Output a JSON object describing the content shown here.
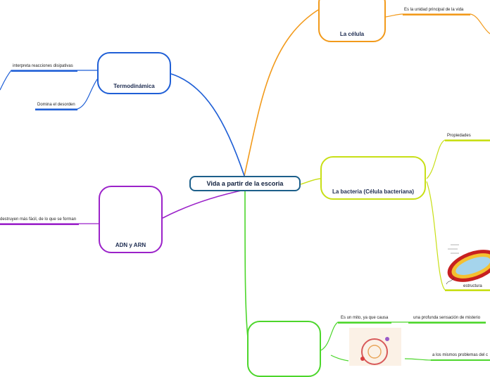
{
  "central": {
    "title": "Vida a partir de la escoria"
  },
  "nodes": {
    "celula": {
      "title": "La célula",
      "color": "#f29a1b"
    },
    "termo": {
      "title": "Termodinámica",
      "color": "#1f5fd6"
    },
    "bacteria": {
      "title": "La bacteria (Célula bacteriana)",
      "color": "#c8df16"
    },
    "adn": {
      "title": "ADN y ARN",
      "color": "#9b22c9"
    },
    "tierra": {
      "title": "",
      "color": "#4cd62b"
    }
  },
  "leaves": {
    "celula_1": "Es la unidad principal de la vida",
    "termo_1": "interpreta reacciones disipativas",
    "termo_2": "Domina el desorden",
    "bacteria_1": "Propiedades",
    "bacteria_2": "estructura",
    "adn_1": "destruyen más fácil, de lo que se forman",
    "tierra_1": "Es un mito, ya que causa",
    "tierra_2": "una profunda sensación de misterio",
    "tierra_3": "a los mismos problemas del c"
  }
}
